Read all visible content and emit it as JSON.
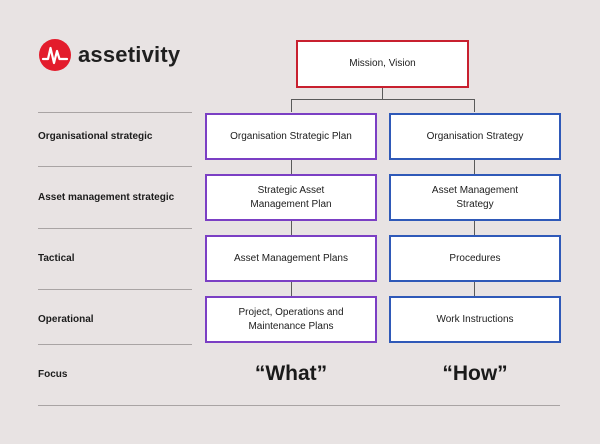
{
  "brand": {
    "name": "assetivity",
    "logo_icon": "assetivity-wave-logo-icon",
    "accent_color": "#e31c2c"
  },
  "colors": {
    "top_border": "#c8202f",
    "what_border": "#7b3fc4",
    "how_border": "#2f59b8"
  },
  "top": {
    "label": "Mission, Vision"
  },
  "rows": [
    {
      "label": "Organisational strategic",
      "what": "Organisation Strategic Plan",
      "how": "Organisation Strategy"
    },
    {
      "label": "Asset management strategic",
      "what": "Strategic Asset Management Plan",
      "how": "Asset Management Strategy"
    },
    {
      "label": "Tactical",
      "what": "Asset Management Plans",
      "how": "Procedures"
    },
    {
      "label": "Operational",
      "what": "Project, Operations and Maintenance Plans",
      "how": "Work Instructions"
    }
  ],
  "focus": {
    "label": "Focus",
    "what": "“What”",
    "how": "“How”"
  }
}
